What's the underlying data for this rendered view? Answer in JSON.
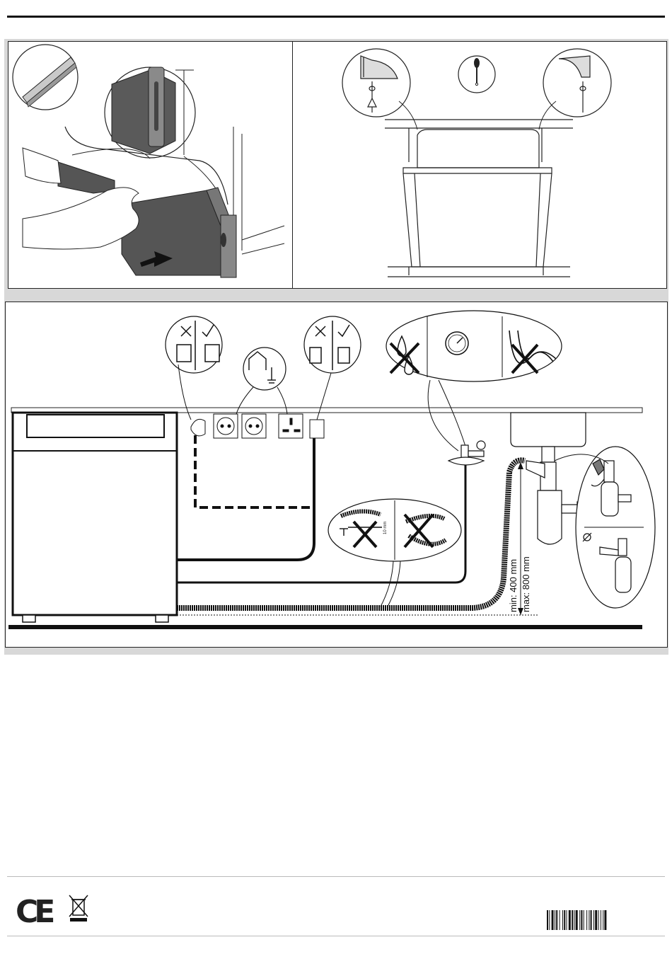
{
  "labels": {
    "min_height": "min: 400 mm",
    "max_height": "max: 800 mm",
    "hose_clearance": "10 mm"
  },
  "icons": {
    "ce_mark": "CE",
    "weee": "crossed-out-bin-icon"
  }
}
